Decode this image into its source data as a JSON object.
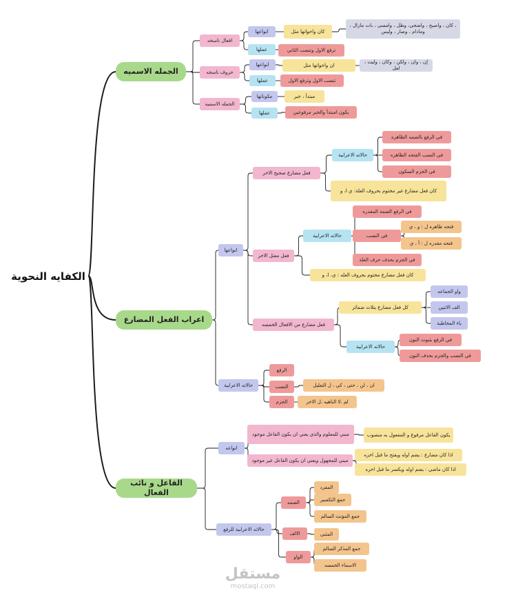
{
  "root": "الكفايه النحوية",
  "brand": {
    "name": "مستقل",
    "site": "mostaql.com"
  },
  "colors": {
    "green": "#a8d98a",
    "pink": "#f2b6cf",
    "lavender": "#c3c7ee",
    "blue": "#b5e3f2",
    "yellow": "#f7e39a",
    "red": "#ef9a9a",
    "orange": "#f4c48d",
    "gray": "#d6d8e6",
    "line": "#1a1a1a"
  },
  "nodes": {
    "n1": "الجمله الاسميه",
    "n1a": "افعال ناسخه",
    "n1a1": "انواعها",
    "n1a1t": "كان واخواتها مثل",
    "n1a1e": "، كان ، واصبح ، واضحى، وظل ، وامسى ، بات مازال ، ومادام ، وصار ، وليس",
    "n1a2": "عملها",
    "n1a2t": "ترفع الاول وتنصب الثاني",
    "n1b": "حروف ناسخه",
    "n1b1": "انواعها",
    "n1b1t": "ان واخواتها مثل",
    "n1b1e": "إن ، وان ، ولكن ، وكان ، وليت ، لعل",
    "n1b2": "عملها",
    "n1b2t": "تنصب الاول وترفع الاول",
    "n1c": "الجمله الاسميه",
    "n1c1": "مكوناتها",
    "n1c1t": "مبتدأ ، خبر",
    "n1c2": "عملها",
    "n1c2t": "يكون امبتدأ والخبر مرفوعين",
    "n2": "اعراب الفعل المضارع",
    "n2a": "انواعها",
    "n2a1": "فعل مضارع صحيح الاخر",
    "n2a1h": "حالاته الاعرابية",
    "n2a1h1": "في الرفع بالضمه الظاهره",
    "n2a1h2": "في النصب الفتحه الظاهره",
    "n2a1h3": "في الجزم السكون",
    "n2a1n": "كان فعل مضارع غير مختوم بحروف العلة: ي ا، و",
    "n2a2": "فعل معتل الاخر",
    "n2a2h": "حالاته الاعرابية",
    "n2a2h1": "في الرفع الضمة المقدره",
    "n2a2h2": "في النصب",
    "n2a2h2a": "فتحه ظاهره ل : و ، ي",
    "n2a2h2b": "فتحه مقدره ل : أ ، ي",
    "n2a2h3": "في الجزم بحذف حرف العلة",
    "n2a2n": "كان فعل مضارع مختوم بحروف العله : ي، ا، و",
    "n2a3": "فعل مضارع من الافعال الخمسه",
    "n2a3a": "كل فعل مضارع يتلاث ضمائر",
    "n2a3a1": "واو الجماعه",
    "n2a3a2": "الف الاثنين",
    "n2a3a3": "ياء المخاطبة",
    "n2a3h": "حالاته الاعرابية",
    "n2a3h1": "في الرفع بثبوت النون",
    "n2a3h2": "في النصب والجزم بحذف النون",
    "n2b": "حالاته الاعرابية",
    "n2b1": "الرفع",
    "n2b2": "النصب",
    "n2b2t": "ان ، لن ، حتى ، كي ، ل التعليل",
    "n2b3": "الجزم",
    "n2b3t": "لم ،لا الناهيه ،ل الاخر",
    "n3": "الفاعل و نائب الفعال",
    "n3a": "انواعه",
    "n3a1": "مبني للمعلوم والذي يعني ان يكون الفاعل موجود",
    "n3a1t": "يكون الفاعل مرفوع و المفعول به منصوب",
    "n3a2": "مبني للمجهول ويعني ان يكون الفاعل غير موجود",
    "n3a2t1": "اذا كان مضارع : يضم اوله ويفتح ما قبل اخره",
    "n3a2t2": "اذا كان ماضي : يضم اوله ويكسر ما قبل اخره",
    "n3b": "حالاته الاعرابية للرفع",
    "n3b1": "الضمه",
    "n3b1a": "المفرد",
    "n3b1b": "جمع التكسير",
    "n3b1c": "جمع المؤنث السالم",
    "n3b2": "الالف",
    "n3b2a": "المثنى",
    "n3b3": "الواو",
    "n3b3a": "جمع المذكر السالم",
    "n3b3b": "الاسماء الخمسه"
  }
}
